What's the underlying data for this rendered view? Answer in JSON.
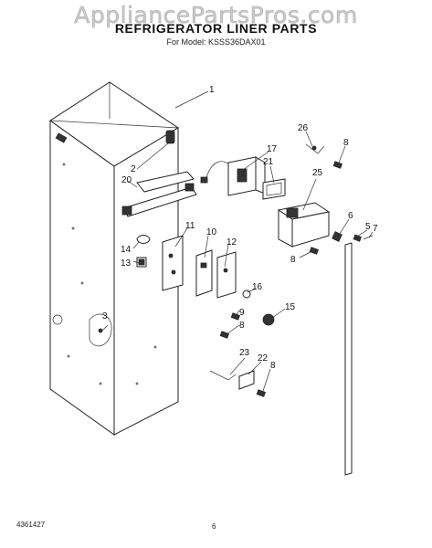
{
  "watermark": "AppliancePartsPros.com",
  "title": "REFRIGERATOR LINER PARTS",
  "subtitle": "For Model: KSSS36DAX01",
  "footer": {
    "doc_number": "4361427",
    "page_number": "6"
  },
  "callouts": [
    "1",
    "2",
    "3",
    "5",
    "6",
    "7",
    "8",
    "8",
    "8",
    "8",
    "9",
    "10",
    "11",
    "12",
    "13",
    "14",
    "15",
    "16",
    "17",
    "20",
    "21",
    "22",
    "23",
    "25",
    "26"
  ]
}
